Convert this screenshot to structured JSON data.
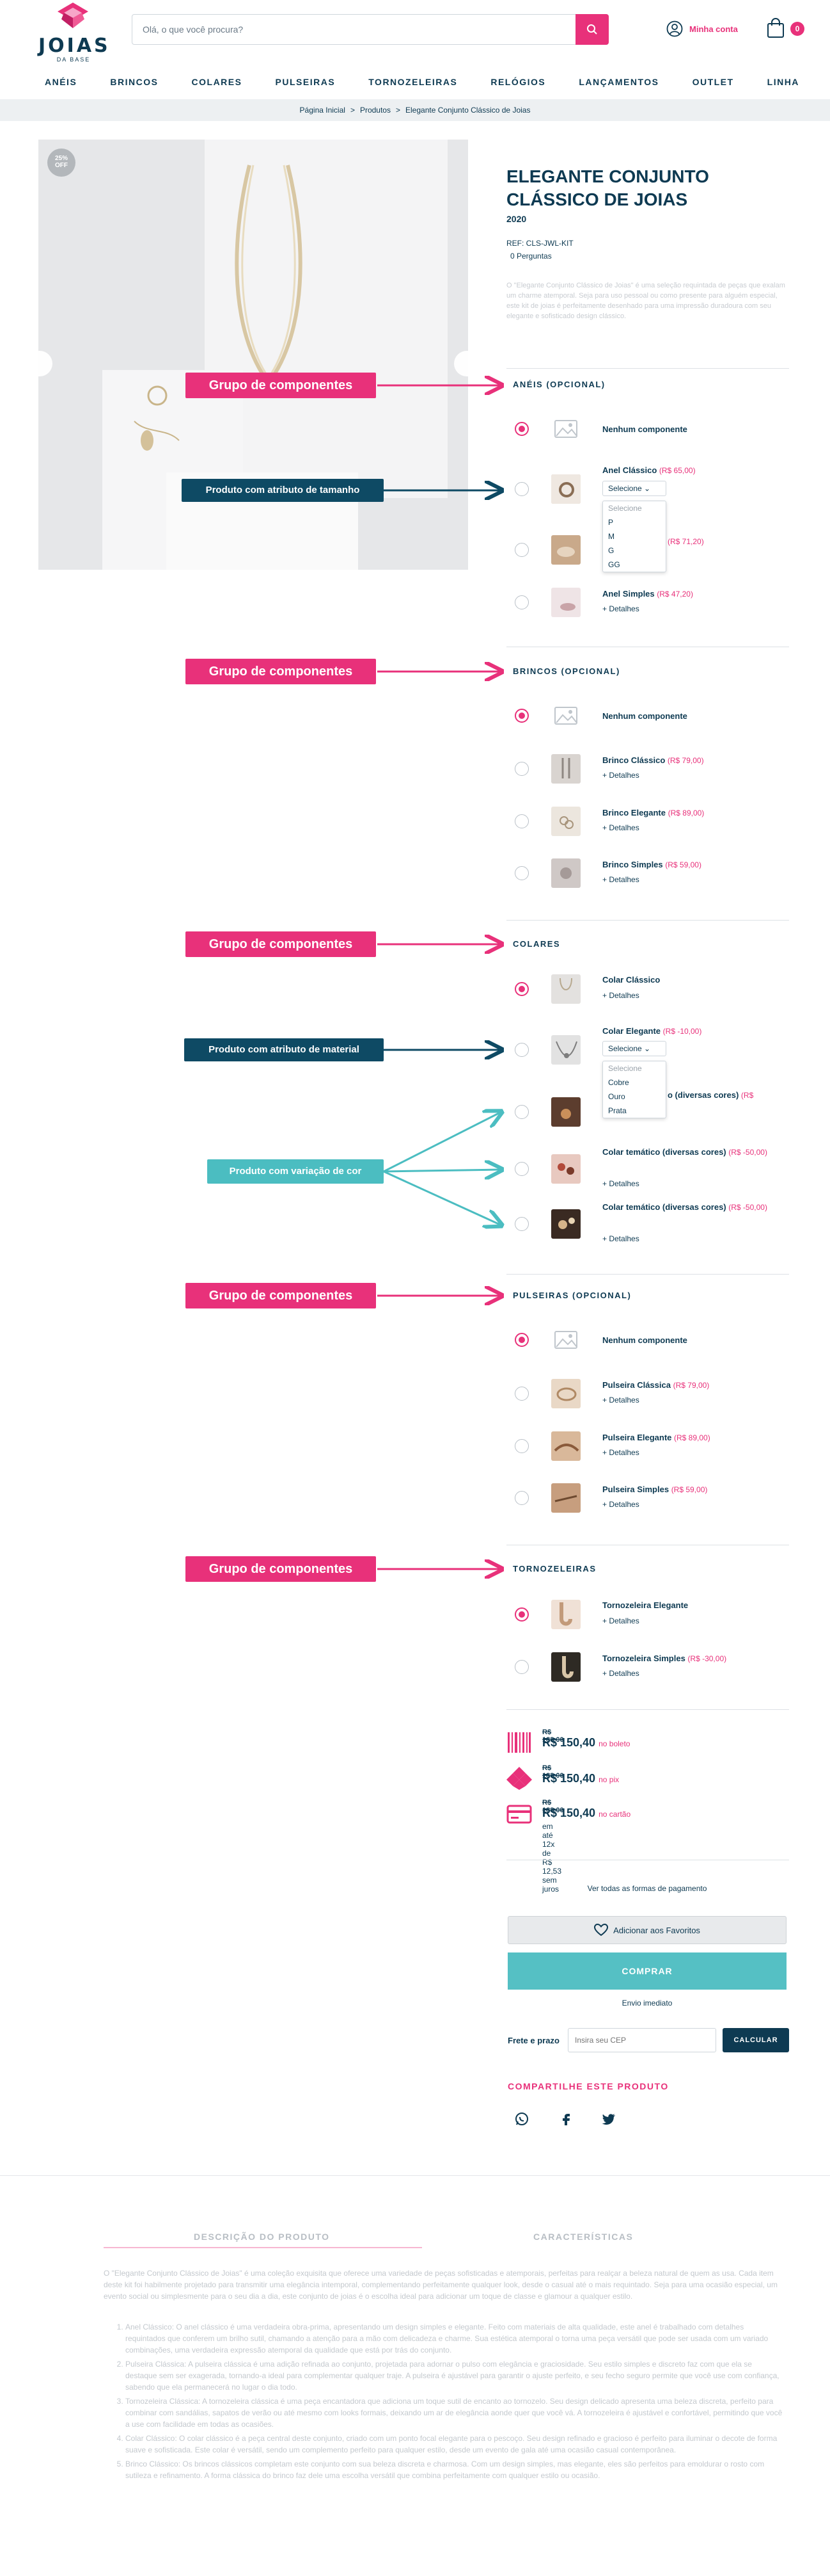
{
  "header": {
    "logo_text": "JOIAS",
    "logo_sub": "DA BASE",
    "search_placeholder": "Olá, o que você procura?",
    "account_label": "Minha conta",
    "cart_count": "0"
  },
  "nav": [
    "ANÉIS",
    "BRINCOS",
    "COLARES",
    "PULSEIRAS",
    "TORNOZELEIRAS",
    "RELÓGIOS",
    "LANÇAMENTOS",
    "OUTLET",
    "LINHA"
  ],
  "breadcrumb": [
    "Página Inicial",
    ">",
    "Produtos",
    ">",
    "Elegante Conjunto Clássico de Joias"
  ],
  "product": {
    "off_badge_1": "25%",
    "off_badge_2": "OFF",
    "title": "ELEGANTE CONJUNTO CLÁSSICO DE JOIAS",
    "year": "2020",
    "ref": "REF: CLS-JWL-KIT",
    "questions": "0 Perguntas",
    "short_desc": "O \"Elegante Conjunto Clássico de Joias\" é uma seleção requintada de peças que exalam um charme atemporal. Seja para uso pessoal ou como presente para alguém especial, este kit de joias é perfeitamente desenhado para uma impressão duradoura com seu elegante e sofisticado design clássico."
  },
  "annotations": {
    "group": "Grupo de componentes",
    "size_attr": "Produto com atributo de tamanho",
    "material_attr": "Produto com atributo de material",
    "color_var": "Produto com variação de cor"
  },
  "sections": {
    "aneis": {
      "title": "ANÉIS (OPCIONAL)",
      "none": "Nenhum componente",
      "items": [
        {
          "name": "Anel Clássico",
          "price": "(R$ 65,00)"
        },
        {
          "name": "",
          "price": "(R$ 71,20)"
        },
        {
          "name": "Anel Simples",
          "price": "(R$ 47,20)"
        }
      ],
      "select_label": "Selecione",
      "select_options": [
        "Selecione",
        "P",
        "M",
        "G",
        "GG"
      ]
    },
    "brincos": {
      "title": "BRINCOS (OPCIONAL)",
      "none": "Nenhum componente",
      "items": [
        {
          "name": "Brinco Clássico",
          "price": "(R$ 79,00)"
        },
        {
          "name": "Brinco Elegante",
          "price": "(R$ 89,00)"
        },
        {
          "name": "Brinco Simples",
          "price": "(R$ 59,00)"
        }
      ]
    },
    "colares": {
      "title": "COLARES",
      "items": [
        {
          "name": "Colar Clássico",
          "price": ""
        },
        {
          "name": "Colar Elegante",
          "price": "(R$ -10,00)"
        },
        {
          "name": "o (diversas cores)",
          "price": "(R$"
        },
        {
          "name": "Colar temático (diversas cores)",
          "price": "(R$ -50,00)"
        },
        {
          "name": "Colar temático (diversas cores)",
          "price": "(R$ -50,00)"
        }
      ],
      "select_label": "Selecione",
      "select_options": [
        "Selecione",
        "Cobre",
        "Ouro",
        "Prata"
      ]
    },
    "pulseiras": {
      "title": "PULSEIRAS (OPCIONAL)",
      "none": "Nenhum componente",
      "items": [
        {
          "name": "Pulseira Clássica",
          "price": "(R$ 79,00)"
        },
        {
          "name": "Pulseira Elegante",
          "price": "(R$ 89,00)"
        },
        {
          "name": "Pulseira Simples",
          "price": "(R$ 59,00)"
        }
      ]
    },
    "tornozeleiras": {
      "title": "TORNOZELEIRAS",
      "items": [
        {
          "name": "Tornozeleira Elegante",
          "price": ""
        },
        {
          "name": "Tornozeleira Simples",
          "price": "(R$ -30,00)"
        }
      ]
    },
    "details_label": "+ Detalhes"
  },
  "prices": {
    "boleto": {
      "old": "R$ 188,00",
      "new": "R$ 150,40",
      "suffix": "no boleto"
    },
    "pix": {
      "old": "R$ 188,00",
      "new": "R$ 150,40",
      "suffix": "no pix"
    },
    "cartao": {
      "old": "R$ 188,00",
      "new": "R$ 150,40",
      "suffix": "no cartão",
      "install": "em até 12x de R$ 12,53 sem juros"
    }
  },
  "actions": {
    "payment_link": "Ver todas as formas de pagamento",
    "favorite": "Adicionar aos Favoritos",
    "buy": "COMPRAR",
    "shipping": "Envio imediato",
    "freight_label": "Frete e prazo",
    "cep_placeholder": "Insira seu CEP",
    "calc": "CALCULAR",
    "share_title": "COMPARTILHE ESTE PRODUTO"
  },
  "description": {
    "tab_desc": "DESCRIÇÃO DO PRODUTO",
    "tab_chars": "CARACTERÍSTICAS",
    "intro": "O \"Elegante Conjunto Clássico de Joias\" é uma coleção exquisita que oferece uma variedade de peças sofisticadas e atemporais, perfeitas para realçar a beleza natural de quem as usa. Cada item deste kit foi habilmente projetado para transmitir uma elegância intemporal, complementando perfeitamente qualquer look, desde o casual até o mais requintado. Seja para uma ocasião especial, um evento social ou simplesmente para o seu dia a dia, este conjunto de joias é o escolha ideal para adicionar um toque de classe e glamour a qualquer estilo.",
    "items": [
      "Anel Clássico: O anel clássico é uma verdadeira obra-prima, apresentando um design simples e elegante. Feito com materiais de alta qualidade, este anel é trabalhado com detalhes requintados que conferem um brilho sutil, chamando a atenção para a mão com delicadeza e charme. Sua estética atemporal o torna uma peça versátil que pode ser usada com um variado combinações, uma verdadeira expressão atemporal da qualidade que está por trás do conjunto.",
      "Pulseira Clássica: A pulseira clássica é uma adição refinada ao conjunto, projetada para adornar o pulso com elegância e graciosidade. Seu estilo simples e discreto faz com que ela se destaque sem ser exagerada, tornando-a ideal para complementar qualquer traje. A pulseira é ajustável para garantir o ajuste perfeito, e seu fecho seguro permite que você use com confiança, sabendo que ela permanecerá no lugar o dia todo.",
      "Tornozeleira Clássica: A tornozeleira clássica é uma peça encantadora que adiciona um toque sutil de encanto ao tornozelo. Seu design delicado apresenta uma beleza discreta, perfeito para combinar com sandálias, sapatos de verão ou até mesmo com looks formais, deixando um ar de elegância aonde quer que você vá. A tornozeleira é ajustável e confortável, permitindo que você a use com facilidade em todas as ocasiões.",
      "Colar Clássico: O colar clássico é a peça central deste conjunto, criado com um ponto focal elegante para o pescoço. Seu design refinado e gracioso é perfeito para iluminar o decote de forma suave e sofisticada. Este colar é versátil, sendo um complemento perfeito para qualquer estilo, desde um evento de gala até uma ocasião casual contemporânea.",
      "Brinco Clássico: Os brincos clássicos completam este conjunto com sua beleza discreta e charmosa. Com um design simples, mas elegante, eles são perfeitos para emoldurar o rosto com sutileza e refinamento. A forma clássica do brinco faz dele uma escolha versátil que combina perfeitamente com qualquer estilo ou ocasião."
    ]
  },
  "colors": {
    "brand_pink": "#e8317a",
    "navy": "#0e3a52",
    "teal": "#55c0c4",
    "annotation_teal": "#4bbdc1"
  }
}
